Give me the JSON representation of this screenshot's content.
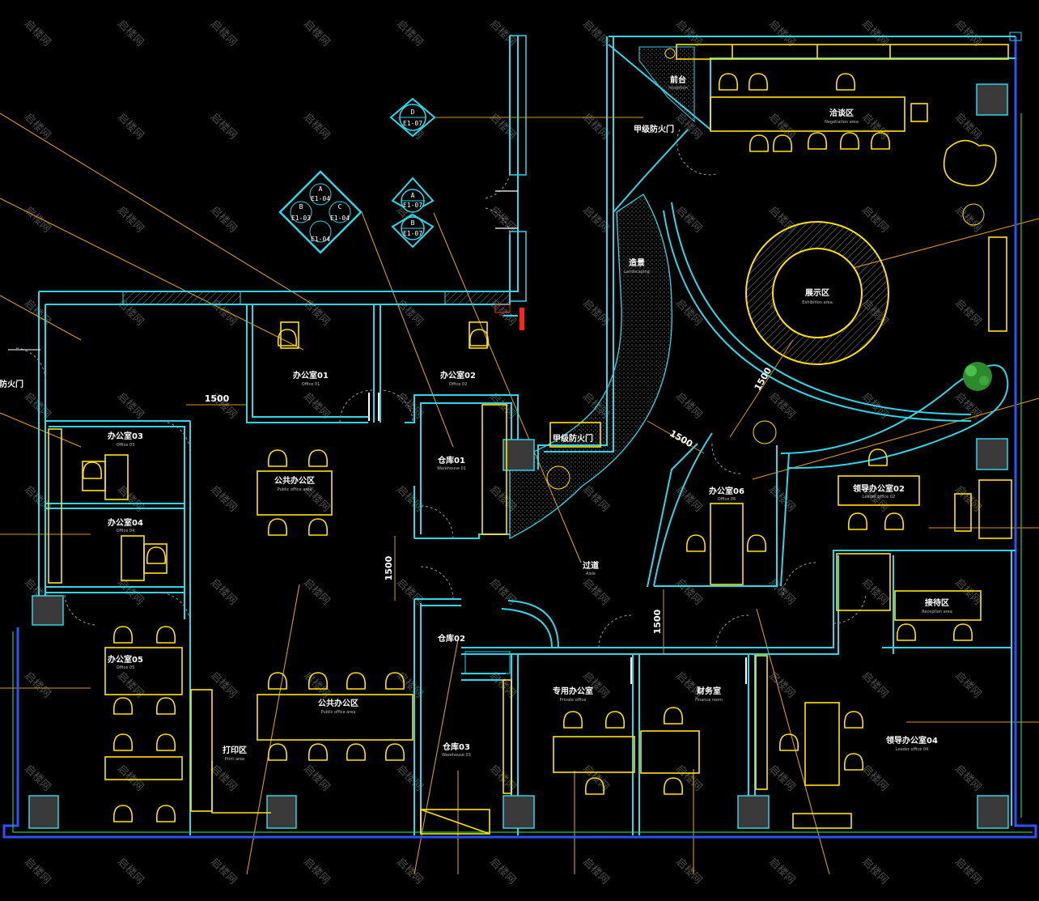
{
  "rooms": {
    "reception": {
      "label": "前台",
      "sub": "reception"
    },
    "main_door": {
      "label": "甲级防火门"
    },
    "negotiation": {
      "label": "洽谈区",
      "sub": "Negotiation area"
    },
    "display": {
      "label": "展示区",
      "sub": "Exhibition area"
    },
    "landscape_top": {
      "label": "造景",
      "sub": "Landscaping"
    },
    "office01": {
      "label": "办公室01",
      "sub": "Office 01"
    },
    "office02": {
      "label": "办公室02",
      "sub": "Office 02"
    },
    "office03": {
      "label": "办公室03",
      "sub": "Office 03"
    },
    "office04": {
      "label": "办公室04",
      "sub": "Office 04"
    },
    "office05": {
      "label": "办公室05",
      "sub": "Office 05"
    },
    "office06": {
      "label": "办公室06",
      "sub": "Office 06"
    },
    "open_office_top": {
      "label": "公共办公区",
      "sub": "Public office area"
    },
    "open_office_bottom": {
      "label": "公共办公区",
      "sub": "Public office area"
    },
    "storage01": {
      "label": "仓库01",
      "sub": "Warehouse 01"
    },
    "storage02": {
      "label": "仓库02"
    },
    "storage03": {
      "label": "仓库03",
      "sub": "Warehouse 03"
    },
    "fire_door_mid": {
      "label": "甲级防火门"
    },
    "left_door": {
      "label": "防火门"
    },
    "passage": {
      "label": "过道",
      "sub": "Aisle"
    },
    "manager02": {
      "label": "领导办公室02",
      "sub": "Leader office 02"
    },
    "manager04": {
      "label": "领导办公室04",
      "sub": "Leader office 04"
    },
    "lounge": {
      "label": "接待区",
      "sub": "Reception area"
    },
    "special_office": {
      "label": "专用办公室",
      "sub": "Private office"
    },
    "finance": {
      "label": "财务室",
      "sub": "Finance room"
    },
    "print": {
      "label": "打印区",
      "sub": "Print area"
    }
  },
  "dimensions": {
    "d1500_a": "1500",
    "d1500_b": "1500",
    "d1500_c": "1500",
    "d1500_d": "1500",
    "d1500_e": "1500"
  },
  "tags": {
    "t1_top": "D",
    "t1_bot": "E1-07",
    "t2_top": "A",
    "t2_mid": "E1-07",
    "t2_b": "B",
    "t2_bot": "E1-07",
    "t3_top": "A",
    "t3_left": "E1-03",
    "t3_right": "E1-04",
    "t3_l": "B",
    "t3_r": "C",
    "t3_bot": "E1-04",
    "t3_top2": "E1-04"
  },
  "watermark": "启楼网",
  "colors": {
    "wall": "#2fd6e6",
    "furniture": "#ffe400",
    "leader": "#d59b1c",
    "column": "#3a3a3a",
    "outer": "#2a53ff",
    "landscape": "#555555"
  }
}
